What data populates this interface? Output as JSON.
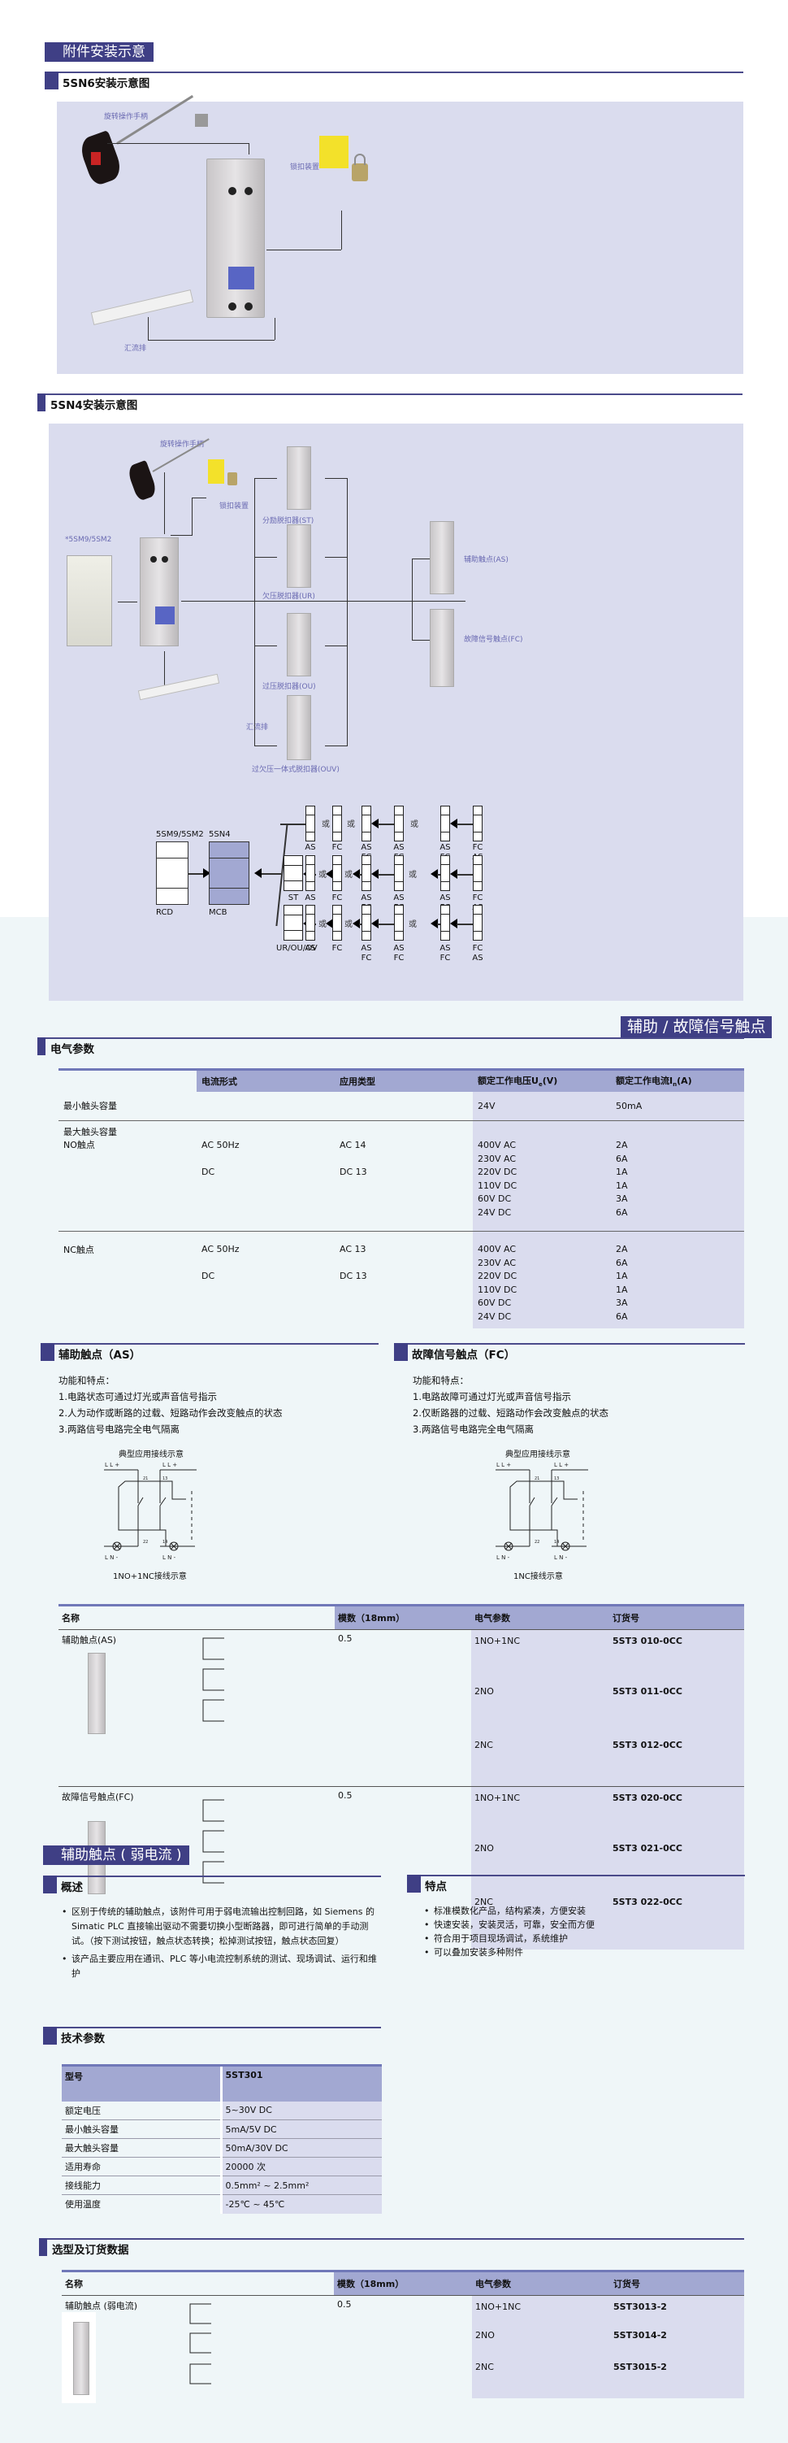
{
  "page_title": "附件安装示意",
  "section_5sn6": {
    "title": "5SN6安装示意图",
    "labels": {
      "handle": "旋转操作手柄",
      "lock": "锁扣装置",
      "busbar": "汇流排"
    }
  },
  "section_5sn4": {
    "title": "5SN4安装示意图",
    "labels": {
      "handle": "旋转操作手柄",
      "lock": "锁扣装置",
      "rcd": "*5SM9/5SM2",
      "busbar": "汇流排",
      "st": "分励脱扣器(ST)",
      "ur": "欠压脱扣器(UR)",
      "ou": "过压脱扣器(OU)",
      "ouv": "过欠压一体式脱扣器(OUV)",
      "as": "辅助触点(AS)",
      "fc": "故障信号触点(FC)"
    },
    "schema": {
      "rcd_top": "5SM9/5SM2",
      "rcd_bottom": "RCD",
      "mcb_top": "5SN4",
      "mcb_bottom": "MCB",
      "or": "或",
      "row1": [
        "AS",
        "FC",
        "AS\nFC",
        "AS\nFC",
        "AS\nFC",
        "FC\nAS"
      ],
      "row2_head": "ST",
      "row3_head": "UR/OU/OV",
      "as": "AS",
      "fc": "FC"
    }
  },
  "aux_fault_tag": "辅助 / 故障信号触点",
  "electrical": {
    "title": "电气参数",
    "headers": [
      "",
      "电流形式",
      "应用类型",
      "额定工作电压Ue(V)",
      "额定工作电流In(A)"
    ],
    "min_label": "最小触头容量",
    "min_voltage": "24V",
    "min_current": "50mA",
    "max_label": "最大触头容量",
    "no_label": "NO触点",
    "nc_label": "NC触点",
    "ac": "AC 50Hz",
    "dc": "DC",
    "ac14": "AC 14",
    "ac13": "AC 13",
    "dc13": "DC 13",
    "voltages": [
      "400V AC",
      "230V AC",
      "220V DC",
      "110V DC",
      "60V DC",
      "24V DC"
    ],
    "currents": [
      "2A",
      "6A",
      "1A",
      "1A",
      "3A",
      "6A"
    ]
  },
  "as_section": {
    "title": "辅助触点（AS）",
    "features_title": "功能和特点：",
    "features": [
      "1.电路状态可通过灯光或声音信号指示",
      "2.人为动作或断路的过载、短路动作会改变触点的状态",
      "3.两路信号电路完全电气隔离"
    ],
    "diagram_title": "典型应用接线示意",
    "diagram_caption": "1NO+1NC接线示意"
  },
  "fc_section": {
    "title": "故障信号触点（FC）",
    "features_title": "功能和特点：",
    "features": [
      "1.电路故障可通过灯光或声音信号指示",
      "2.仅断路器的过载、短路动作会改变触点的状态",
      "3.两路信号电路完全电气隔离"
    ],
    "diagram_title": "典型应用接线示意",
    "diagram_caption": "1NC接线示意"
  },
  "order_table": {
    "headers": [
      "名称",
      "模数（18mm）",
      "电气参数",
      "订货号"
    ],
    "groups": [
      {
        "name": "辅助触点(AS)",
        "module": "0.5",
        "rows": [
          {
            "param": "1NO+1NC",
            "code": "5ST3 010-0CC"
          },
          {
            "param": "2NO",
            "code": "5ST3 011-0CC"
          },
          {
            "param": "2NC",
            "code": "5ST3 012-0CC"
          }
        ]
      },
      {
        "name": "故障信号触点(FC)",
        "module": "0.5",
        "rows": [
          {
            "param": "1NO+1NC",
            "code": "5ST3 020-0CC"
          },
          {
            "param": "2NO",
            "code": "5ST3 021-0CC"
          },
          {
            "param": "2NC",
            "code": "5ST3 022-0CC"
          }
        ]
      }
    ]
  },
  "weak_current": {
    "tag": "辅助触点 ( 弱电流 )",
    "overview_title": "概述",
    "overview": [
      "区别于传统的辅助触点，该附件可用于弱电流输出控制回路，如 Siemens 的 Simatic PLC 直接输出驱动不需要切换小型断路器，即可进行简单的手动测试。（按下测试按钮，触点状态转换；松掉测试按钮，触点状态回复）",
      "该产品主要应用在通讯、PLC 等小电流控制系统的测试、现场调试、运行和维护"
    ],
    "features_title": "特点",
    "features": [
      "标准模数化产品，结构紧凑，方便安装",
      "快速安装，安装灵活，可靠，安全而方便",
      "符合用于项目现场调试，系统维护",
      "可以叠加安装多种附件"
    ],
    "spec_title": "技术参数",
    "spec_headers": [
      "型号",
      "5ST301"
    ],
    "spec_rows": [
      {
        "k": "额定电压",
        "v": "5~30V DC"
      },
      {
        "k": "最小触头容量",
        "v": "5mA/5V DC"
      },
      {
        "k": "最大触头容量",
        "v": "50mA/30V DC"
      },
      {
        "k": "适用寿命",
        "v": "20000 次"
      },
      {
        "k": "接线能力",
        "v": "0.5mm² ~ 2.5mm²"
      },
      {
        "k": "使用温度",
        "v": "-25℃ ~ 45℃"
      }
    ],
    "order_title": "选型及订货数据",
    "order_headers": [
      "名称",
      "模数（18mm）",
      "电气参数",
      "订货号"
    ],
    "order_name": "辅助触点 (弱电流)",
    "order_module": "0.5",
    "order_rows": [
      {
        "param": "1NO+1NC",
        "code": "5ST3013-2"
      },
      {
        "param": "2NO",
        "code": "5ST3014-2"
      },
      {
        "param": "2NC",
        "code": "5ST3015-2"
      }
    ]
  },
  "colors": {
    "brand_navy": "#3f3f85",
    "header_blue": "#a2a8d2",
    "panel_lavender": "#dadcee",
    "page_bg_lower": "#eff6f8"
  }
}
